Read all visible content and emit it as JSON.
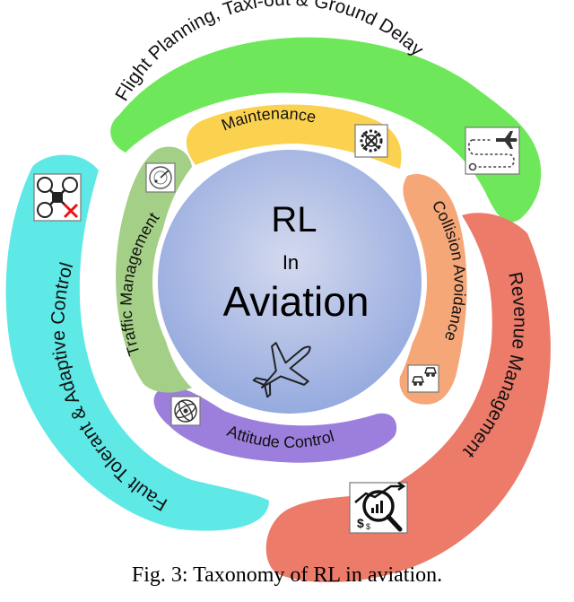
{
  "diagram": {
    "center": {
      "title": "RL",
      "connector": "In",
      "subject": "Aviation"
    },
    "outer_segments": {
      "flight_planning": {
        "label": "Flight Planning, Taxi-out & Ground Delay",
        "color": "#6ee85a"
      },
      "revenue_management": {
        "label": "Revenue Management",
        "color": "#ec7b6a"
      },
      "fault_tolerant": {
        "label": "Fault Tolerant & Adaptive Control",
        "color": "#5ee9e6"
      }
    },
    "inner_segments": {
      "maintenance": {
        "label": "Maintenance",
        "color": "#fbd250"
      },
      "collision_avoidance": {
        "label": "Collision Avoidance",
        "color": "#f6a778"
      },
      "attitude_control": {
        "label": "Attitude Control",
        "color": "#9c7fdc"
      },
      "traffic_management": {
        "label": "Traffic Management",
        "color": "#a4cf86"
      }
    },
    "icons": [
      "airplane-icon",
      "gear-wrench-icon",
      "flight-path-icon",
      "drone-icon",
      "radar-icon",
      "gyroscope-icon",
      "collision-cars-icon",
      "revenue-magnifier-icon"
    ]
  },
  "caption": "Fig. 3: Taxonomy of RL in aviation."
}
